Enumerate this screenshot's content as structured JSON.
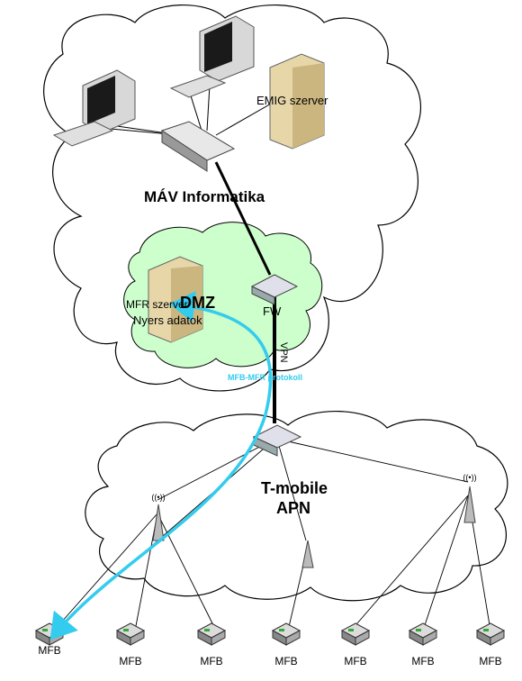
{
  "clouds": {
    "mav": {
      "label": "MÁV Informatika"
    },
    "dmz": {
      "label": "DMZ"
    },
    "tmobile": {
      "label_line1": "T-mobile",
      "label_line2": "APN"
    }
  },
  "servers": {
    "emig": {
      "label": "EMIG szerver"
    },
    "mfr": {
      "label_line1": "MFR szerver",
      "label_line2": "Nyers adatok"
    }
  },
  "network": {
    "firewall_label": "FW",
    "vpn_label": "VPN",
    "protocol_label": "MFB-MFR protokoll"
  },
  "mfb_units": {
    "label": "MFB",
    "count": 7
  },
  "colors": {
    "cloud_stroke": "#000000",
    "dmz_fill": "#ccffcc",
    "link_protocol": "#33ccee",
    "vpn_line": "#000000"
  }
}
